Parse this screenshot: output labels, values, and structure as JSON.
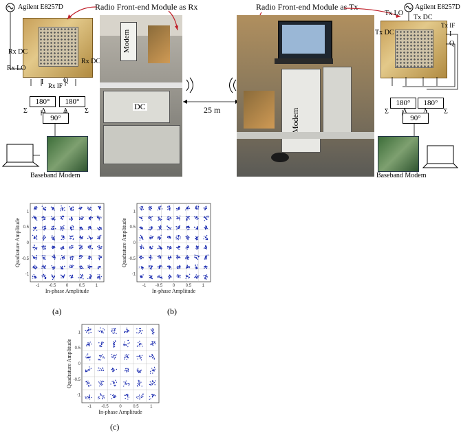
{
  "top": {
    "left_module": {
      "instrument": "Agilent E8257D",
      "rx_dc": "Rx DC",
      "rx_lo": "Rx LO",
      "rx_dc_right": "Rx DC",
      "i_label": "I",
      "rx_if": "Rx IF",
      "q_label": "Q",
      "hybrid1": "180°",
      "hybrid2": "180°",
      "quad": "90°",
      "sigma": "Σ",
      "delta": "Δ",
      "modem_caption": "Baseband Modem"
    },
    "right_module": {
      "instrument": "Agilent E8257D",
      "tx_lo": "Tx LO",
      "tx_dc_top": "Tx DC",
      "tx_if": "Tx IF",
      "tx_dc_left": "Tx DC",
      "i_label": "I",
      "q_label": "Q",
      "hybrid1": "180°",
      "hybrid2": "180°",
      "quad": "90°",
      "sigma": "Σ",
      "delta": "Δ",
      "modem_caption": "Baseband Modem"
    },
    "rx_title": "Radio Front-end Module as Rx",
    "tx_title": "Radio Front-end Module as Tx",
    "distance": "25 m",
    "modem_tag_left": "Modem",
    "dc_tag": "DC",
    "modem_tag_right": "Modem"
  },
  "plots": [
    {
      "caption": "(a)",
      "xlabel": "In-phase Amplitude",
      "ylabel": "Quadrature Amplitude",
      "grid_n": 8,
      "xticks": [
        "-1",
        "-0.5",
        "0",
        "0.5",
        "1"
      ],
      "yticks": [
        "1",
        "0.5",
        "0",
        "-0.5",
        "-1"
      ]
    },
    {
      "caption": "(b)",
      "xlabel": "In-phase Amplitude",
      "ylabel": "Quadrature Amplitude",
      "grid_n": 8,
      "xticks": [
        "-1",
        "-0.5",
        "0",
        "0.5",
        "1"
      ],
      "yticks": [
        "1",
        "0.5",
        "0",
        "-0.5",
        "-1"
      ]
    },
    {
      "caption": "(c)",
      "xlabel": "In-phase Amplitude",
      "ylabel": "Quadrature Amplitude",
      "grid_n": 6,
      "xticks": [
        "-1",
        "-0.5",
        "0",
        "0.5",
        "1"
      ],
      "yticks": [
        "1",
        "0.5",
        "0",
        "-0.5",
        "-1"
      ]
    }
  ],
  "colors": {
    "points": "#1a2bb0",
    "grid": "#bbbbbb",
    "arrow": "#c0202a"
  }
}
